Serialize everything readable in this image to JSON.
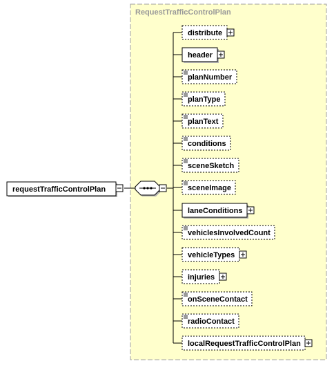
{
  "diagram": {
    "group_title": "RequestTrafficControlPlan",
    "root": {
      "label": "requestTrafficControlPlan",
      "expand": "minus"
    },
    "compositor": {
      "kind": "sequence",
      "expand": "minus"
    },
    "elements": [
      {
        "label": "distribute",
        "optional": true,
        "expand": "plus",
        "doc": false
      },
      {
        "label": "header",
        "optional": false,
        "expand": "plus",
        "doc": false
      },
      {
        "label": "planNumber",
        "optional": true,
        "expand": "none",
        "doc": true
      },
      {
        "label": "planType",
        "optional": true,
        "expand": "none",
        "doc": true
      },
      {
        "label": "planText",
        "optional": true,
        "expand": "none",
        "doc": true
      },
      {
        "label": "conditions",
        "optional": true,
        "expand": "none",
        "doc": true
      },
      {
        "label": "sceneSketch",
        "optional": true,
        "expand": "none",
        "doc": true
      },
      {
        "label": "sceneImage",
        "optional": true,
        "expand": "none",
        "doc": true
      },
      {
        "label": "laneConditions",
        "optional": false,
        "expand": "plus",
        "doc": false
      },
      {
        "label": "vehiclesInvolvedCount",
        "optional": true,
        "expand": "none",
        "doc": true
      },
      {
        "label": "vehicleTypes",
        "optional": true,
        "expand": "plus",
        "doc": false
      },
      {
        "label": "injuries",
        "optional": true,
        "expand": "plus",
        "doc": false
      },
      {
        "label": "onSceneContact",
        "optional": true,
        "expand": "none",
        "doc": true
      },
      {
        "label": "radioContact",
        "optional": true,
        "expand": "none",
        "doc": true
      },
      {
        "label": "localRequestTrafficControlPlan",
        "optional": true,
        "expand": "plus",
        "doc": false
      }
    ]
  },
  "colors": {
    "group_fill": "#ffffcc",
    "group_border": "#a0a0a0",
    "group_title": "#999999",
    "line": "#000000",
    "shadow": "#b4b4b4"
  }
}
